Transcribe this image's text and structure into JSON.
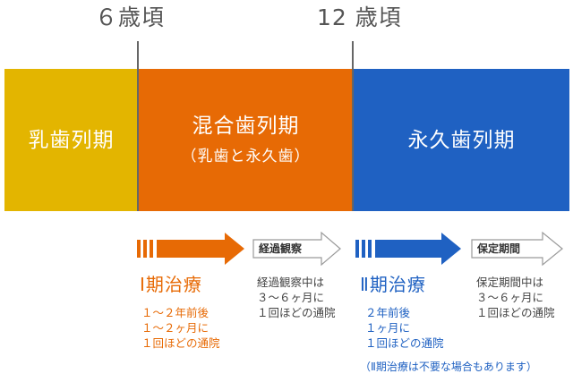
{
  "ages": {
    "six": "６歳頃",
    "twelve": "12 歳頃"
  },
  "bands": {
    "primary": {
      "title": "乳歯列期",
      "color": "#e3b500"
    },
    "mixed": {
      "title": "混合歯列期",
      "subtitle": "（乳歯と永久歯）",
      "color": "#e76a05"
    },
    "permanent": {
      "title": "永久歯列期",
      "color": "#1f61c2"
    }
  },
  "phase1": {
    "title": "Ⅰ期治療",
    "lines": [
      "１～２年前後",
      "１～２ヶ月に",
      "１回ほどの通院"
    ],
    "color": "#e76a05"
  },
  "observation": {
    "label": "経過観察",
    "lines": [
      "経過観察中は",
      "３～６ヶ月に",
      "１回ほどの通院"
    ]
  },
  "phase2": {
    "title": "Ⅱ期治療",
    "lines": [
      "２年前後",
      "１ヶ月に",
      "１回ほどの通院"
    ],
    "note": "（Ⅱ期治療は不要な場合もあります）",
    "color": "#1f61c2"
  },
  "retention": {
    "label": "保定期間",
    "lines": [
      "保定期間中は",
      "３～６ヶ月に",
      "１回ほどの通院"
    ]
  }
}
